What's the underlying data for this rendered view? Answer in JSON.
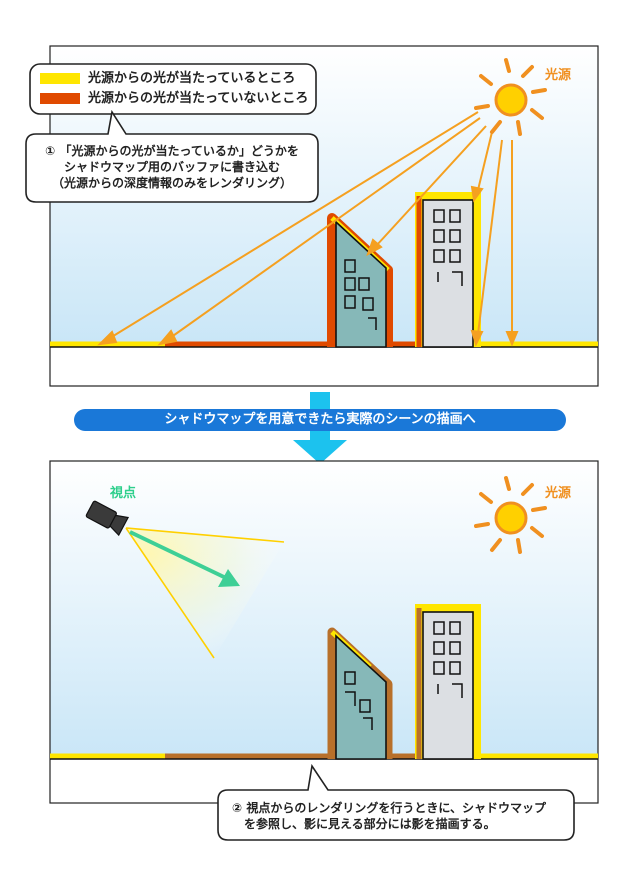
{
  "colors": {
    "lit": "#ffe600",
    "shadow_top": "#e04a00",
    "shadow_bottom": "#b8702a",
    "ray": "#f5a020",
    "sun": "#ffd000",
    "sun_ray": "#f09020",
    "sky_top": "#ffffff",
    "sky_bottom": "#c9e6f7",
    "building_teal": "#86b8b8",
    "building_gray": "#dcdfe3",
    "banner": "#1a78d8",
    "down_arrow": "#1cc2ee",
    "view_arrow": "#3ecf96",
    "viewpoint_label": "#2ecf8c"
  },
  "top_panel": {
    "legend": {
      "lit_label": "光源からの光が当たっているところ",
      "shadow_label": "光源からの光が当たっていないところ"
    },
    "callout_lines": [
      "① 「光源からの光が当たっているか」どうかを",
      "シャドウマップ用のバッファに書き込む",
      "（光源からの深度情報のみをレンダリング）"
    ],
    "light_label": "光源"
  },
  "banner": {
    "text": "シャドウマップを用意できたら実際のシーンの描画へ"
  },
  "bottom_panel": {
    "viewpoint_label": "視点",
    "light_label": "光源",
    "callout_lines": [
      "② 視点からのレンダリングを行うときに、シャドウマップ",
      "を参照し、影に見える部分には影を描画する。"
    ]
  }
}
